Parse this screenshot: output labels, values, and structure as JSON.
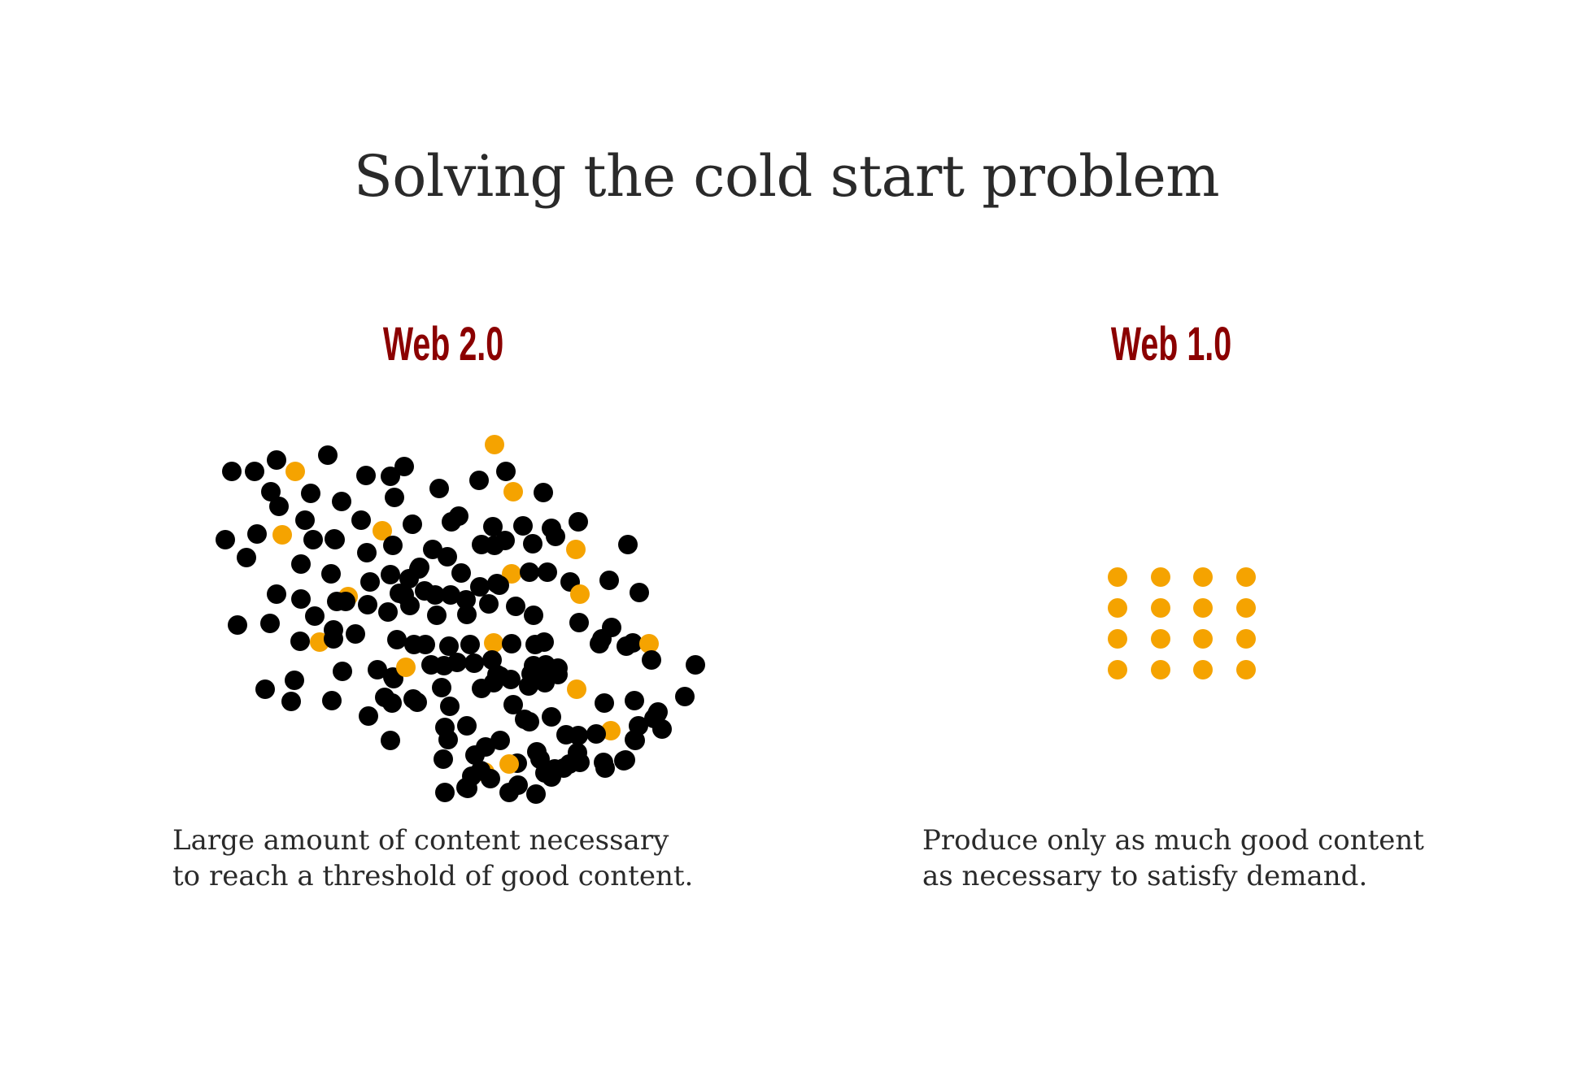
{
  "title": "Solving the cold start problem",
  "colors": {
    "heading": "#8b0000",
    "bad_content": "#000000",
    "good_content": "#f5a300",
    "text": "#2a2a2a"
  },
  "panels": {
    "web2": {
      "heading": "Web 2.0",
      "caption_lines": [
        "Large amount of content necessary",
        "to reach a threshold of good content."
      ]
    },
    "web1": {
      "heading": "Web 1.0",
      "caption_lines": [
        "Produce only as much good content",
        "as necessary to satisfy demand."
      ]
    }
  }
}
